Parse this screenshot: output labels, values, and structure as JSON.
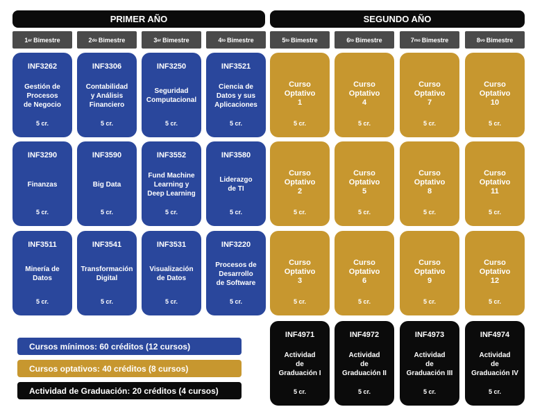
{
  "years": {
    "first": "PRIMER AÑO",
    "second": "SEGUNDO AÑO"
  },
  "terms": [
    {
      "num": "1",
      "suffix": "er",
      "label": "Bimestre"
    },
    {
      "num": "2",
      "suffix": "do",
      "label": "Bimestre"
    },
    {
      "num": "3",
      "suffix": "er",
      "label": "Bimestre"
    },
    {
      "num": "4",
      "suffix": "to",
      "label": "Bimestre"
    },
    {
      "num": "5",
      "suffix": "to",
      "label": "Bimestre"
    },
    {
      "num": "6",
      "suffix": "to",
      "label": "Bimestre"
    },
    {
      "num": "7",
      "suffix": "mo",
      "label": "Bimestre"
    },
    {
      "num": "8",
      "suffix": "vo",
      "label": "Bimestre"
    }
  ],
  "courses": [
    {
      "code": "INF3262",
      "name": "Gestión de\nProcesos\nde Negocio",
      "credits": "5 cr.",
      "type": "blue"
    },
    {
      "code": "INF3306",
      "name": "Contabilidad\ny Análisis\nFinanciero",
      "credits": "5 cr.",
      "type": "blue"
    },
    {
      "code": "INF3250",
      "name": "Seguridad\nComputacional",
      "credits": "5 cr.",
      "type": "blue"
    },
    {
      "code": "INF3521",
      "name": "Ciencia de\nDatos y sus\nAplicaciones",
      "credits": "5 cr.",
      "type": "blue"
    },
    {
      "code": "",
      "name": "Curso\nOptativo\n1",
      "credits": "5 cr.",
      "type": "gold"
    },
    {
      "code": "",
      "name": "Curso\nOptativo\n4",
      "credits": "5 cr.",
      "type": "gold"
    },
    {
      "code": "",
      "name": "Curso\nOptativo\n7",
      "credits": "5 cr.",
      "type": "gold"
    },
    {
      "code": "",
      "name": "Curso\nOptativo\n10",
      "credits": "5 cr.",
      "type": "gold"
    },
    {
      "code": "INF3290",
      "name": "Finanzas",
      "credits": "5 cr.",
      "type": "blue"
    },
    {
      "code": "INF3590",
      "name": "Big Data",
      "credits": "5 cr.",
      "type": "blue"
    },
    {
      "code": "INF3552",
      "name": "Fund Machine\nLearning y\nDeep Learning",
      "credits": "5 cr.",
      "type": "blue"
    },
    {
      "code": "INF3580",
      "name": "Liderazgo\nde TI",
      "credits": "5 cr.",
      "type": "blue"
    },
    {
      "code": "",
      "name": "Curso\nOptativo\n2",
      "credits": "5 cr.",
      "type": "gold"
    },
    {
      "code": "",
      "name": "Curso\nOptativo\n5",
      "credits": "5 cr.",
      "type": "gold"
    },
    {
      "code": "",
      "name": "Curso\nOptativo\n8",
      "credits": "5 cr.",
      "type": "gold"
    },
    {
      "code": "",
      "name": "Curso\nOptativo\n11",
      "credits": "5 cr.",
      "type": "gold"
    },
    {
      "code": "INF3511",
      "name": "Minería de\nDatos",
      "credits": "5 cr.",
      "type": "blue"
    },
    {
      "code": "INF3541",
      "name": "Transformación\nDigital",
      "credits": "5 cr.",
      "type": "blue"
    },
    {
      "code": "INF3531",
      "name": "Visualización\nde Datos",
      "credits": "5 cr.",
      "type": "blue"
    },
    {
      "code": "INF3220",
      "name": "Procesos de\nDesarrollo\nde Software",
      "credits": "5 cr.",
      "type": "blue"
    },
    {
      "code": "",
      "name": "Curso\nOptativo\n3",
      "credits": "5 cr.",
      "type": "gold"
    },
    {
      "code": "",
      "name": "Curso\nOptativo\n6",
      "credits": "5 cr.",
      "type": "gold"
    },
    {
      "code": "",
      "name": "Curso\nOptativo\n9",
      "credits": "5 cr.",
      "type": "gold"
    },
    {
      "code": "",
      "name": "Curso\nOptativo\n12",
      "credits": "5 cr.",
      "type": "gold"
    },
    {
      "code": "INF4971",
      "name": "Actividad\nde\nGraduación I",
      "credits": "5 cr.",
      "type": "black"
    },
    {
      "code": "INF4972",
      "name": "Actividad\nde\nGraduación II",
      "credits": "5 cr.",
      "type": "black"
    },
    {
      "code": "INF4973",
      "name": "Actividad\nde\nGraduación III",
      "credits": "5 cr.",
      "type": "black"
    },
    {
      "code": "INF4974",
      "name": "Actividad\nde\nGraduación IV",
      "credits": "5 cr.",
      "type": "black"
    }
  ],
  "legend": {
    "minimum": "Cursos mínimos: 60 créditos (12 cursos)",
    "optional": "Cursos optativos: 40 créditos (8 cursos)",
    "graduation": "Actividad de Graduación: 20 créditos (4 cursos)"
  },
  "colors": {
    "minimum": "#2a479c",
    "optional": "#c7972f",
    "graduation": "#0b0b0b",
    "term_header": "#4a4a4a"
  }
}
